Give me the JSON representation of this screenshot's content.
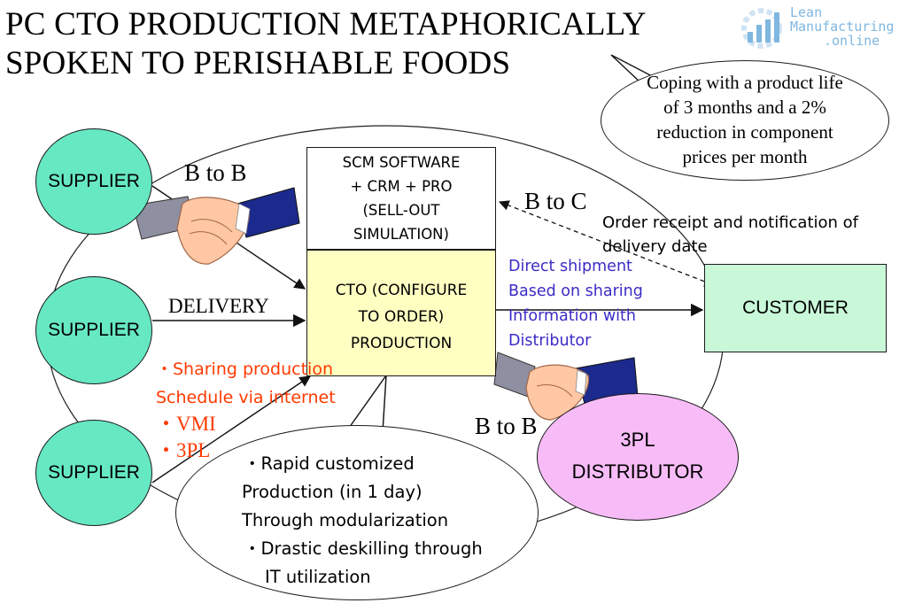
{
  "title": {
    "line1": "PC CTO PRODUCTION METAPHORICALLY",
    "line2": "SPOKEN TO PERISHABLE FOODS"
  },
  "logo": {
    "line1": "Lean",
    "line2": "Manufacturing",
    "line3": ".online",
    "icon": "gear-chart-icon",
    "color": "#7fb7df"
  },
  "suppliers": [
    "SUPPLIER",
    "SUPPLIER",
    "SUPPLIER"
  ],
  "scm_box": [
    "SCM SOFTWARE",
    "+ CRM + PRO",
    "(SELL-OUT",
    "SIMULATION)"
  ],
  "cto_box": [
    "CTO (CONFIGURE",
    "TO ORDER)",
    "PRODUCTION"
  ],
  "customer": "CUSTOMER",
  "distributor": [
    "3PL",
    "DISTRIBUTOR"
  ],
  "labels": {
    "b2b_top": "B to B",
    "b2c": "B to C",
    "b2b_bottom": "B to B",
    "delivery": "DELIVERY"
  },
  "order_note": [
    "Order receipt and notification of",
    "delivery date"
  ],
  "direct_shipment": [
    "Direct shipment",
    "Based on sharing",
    "Information with",
    "Distributor"
  ],
  "supplier_notes": {
    "sharing": [
      "・Sharing production",
      "Schedule via internet"
    ],
    "vmi": "・VMI",
    "tpl": "・3PL"
  },
  "bubble_top_right": [
    "Coping with a product life",
    "of 3 months and a 2%",
    "reduction in component",
    "prices per month"
  ],
  "bubble_bottom": [
    "・Rapid customized",
    "Production (in 1 day)",
    "Through modularization",
    "・Drastic deskilling through",
    "IT utilization"
  ],
  "colors": {
    "supplier": "#66e8c3",
    "cto": "#ffffc2",
    "customer": "#c9f8d9",
    "distributor": "#f7bcf7",
    "blue_text": "#3a2cc6",
    "red_text": "#ff3a00"
  }
}
